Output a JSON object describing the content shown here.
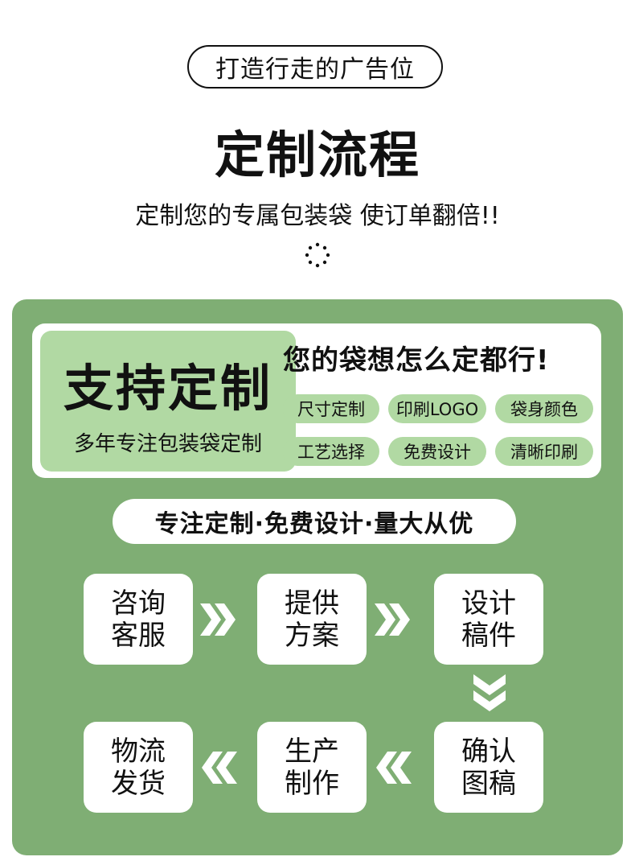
{
  "header": {
    "pill": "打造行走的广告位",
    "title": "定制流程",
    "subtitle": "定制您的专属包装袋 使订单翻倍!!"
  },
  "card": {
    "big": "支持定制",
    "sub": "多年专注包装袋定制",
    "heading": "您的袋想怎么定都行!",
    "tags": [
      "尺寸定制",
      "印刷LOGO",
      "袋身颜色",
      "工艺选择",
      "免费设计",
      "清晰印刷"
    ]
  },
  "slogan": "专注定制·免费设计·量大从优",
  "steps": [
    "咨询客服",
    "提供方案",
    "设计稿件",
    "确认图稿",
    "生产制作",
    "物流发货"
  ],
  "colors": {
    "panel": "#7fae74",
    "tag": "#b1d9a3",
    "arrow": "#ffffff"
  },
  "icons": {
    "arrow_right": "double-chevron-right-icon",
    "arrow_left": "double-chevron-left-icon",
    "arrow_down": "double-chevron-down-icon"
  }
}
